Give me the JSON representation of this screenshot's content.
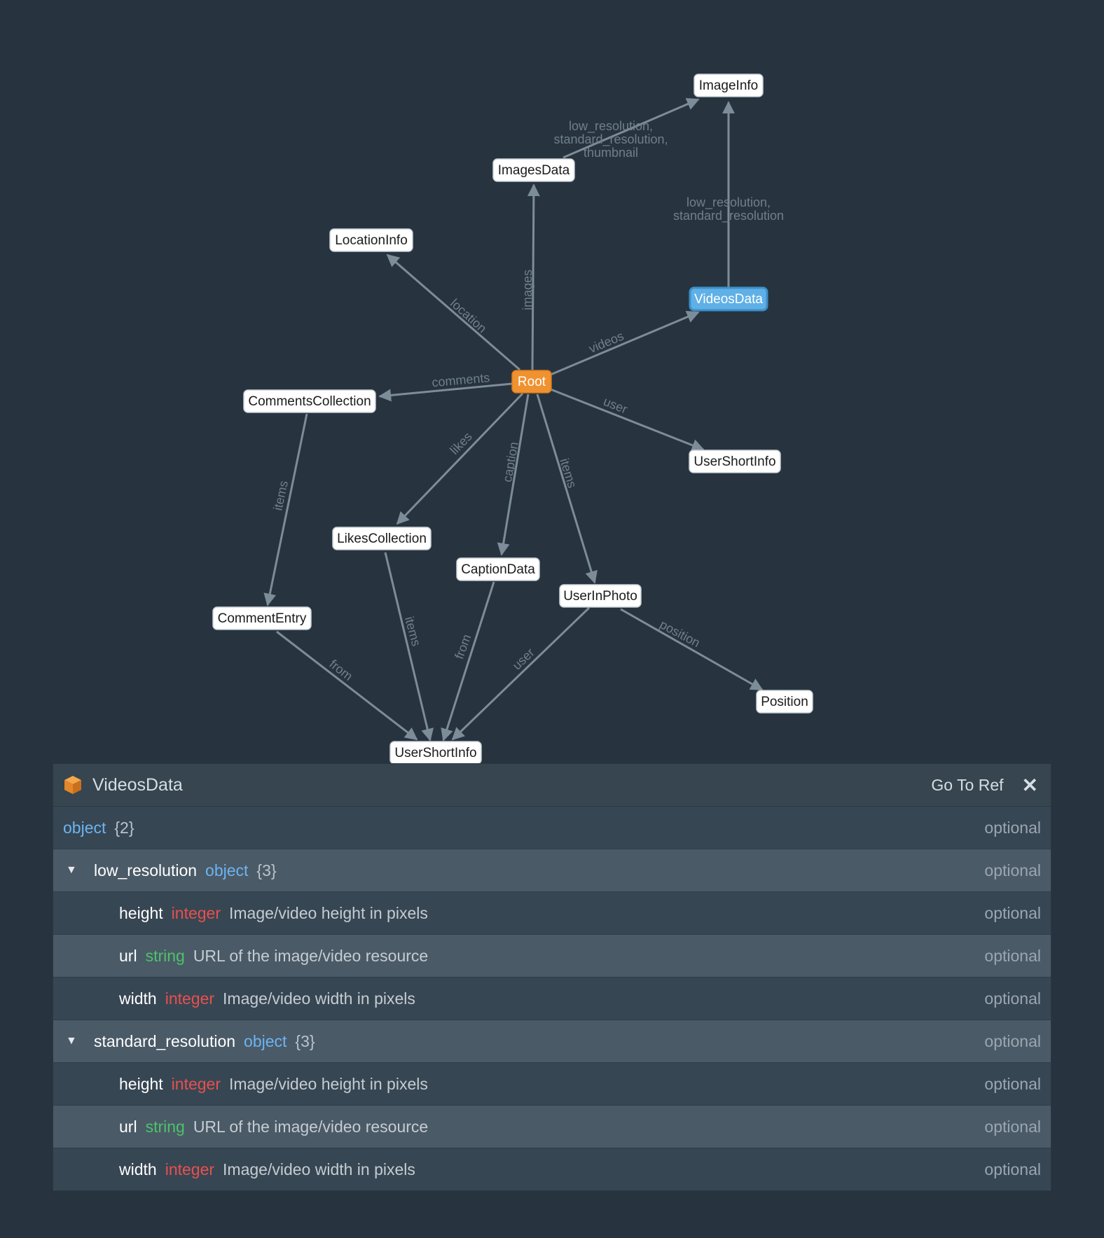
{
  "graph": {
    "nodes": [
      {
        "id": "root",
        "label": "Root",
        "style": "root"
      },
      {
        "id": "imageinfo",
        "label": "ImageInfo",
        "style": "normal"
      },
      {
        "id": "imagesdata",
        "label": "ImagesData",
        "style": "normal"
      },
      {
        "id": "locationinfo",
        "label": "LocationInfo",
        "style": "normal"
      },
      {
        "id": "videosdata",
        "label": "VideosData",
        "style": "selected"
      },
      {
        "id": "commentscollection",
        "label": "CommentsCollection",
        "style": "normal"
      },
      {
        "id": "usershortinfo_top",
        "label": "UserShortInfo",
        "style": "normal"
      },
      {
        "id": "likescollection",
        "label": "LikesCollection",
        "style": "normal"
      },
      {
        "id": "captiondata",
        "label": "CaptionData",
        "style": "normal"
      },
      {
        "id": "userinphoto",
        "label": "UserInPhoto",
        "style": "normal"
      },
      {
        "id": "commententry",
        "label": "CommentEntry",
        "style": "normal"
      },
      {
        "id": "position",
        "label": "Position",
        "style": "normal"
      },
      {
        "id": "usershortinfo_bottom",
        "label": "UserShortInfo",
        "style": "normal"
      }
    ],
    "edges": [
      {
        "from": "root",
        "to": "locationinfo",
        "label": [
          "location"
        ]
      },
      {
        "from": "root",
        "to": "imagesdata",
        "label": [
          "images"
        ]
      },
      {
        "from": "root",
        "to": "videosdata",
        "label": [
          "videos"
        ]
      },
      {
        "from": "root",
        "to": "commentscollection",
        "label": [
          "comments"
        ]
      },
      {
        "from": "root",
        "to": "usershortinfo_top",
        "label": [
          "user"
        ]
      },
      {
        "from": "root",
        "to": "likescollection",
        "label": [
          "likes"
        ]
      },
      {
        "from": "root",
        "to": "captiondata",
        "label": [
          "caption"
        ]
      },
      {
        "from": "root",
        "to": "userinphoto",
        "label": [
          "items"
        ]
      },
      {
        "from": "imagesdata",
        "to": "imageinfo",
        "label": [
          "low_resolution,",
          "standard_resolution,",
          "thumbnail"
        ]
      },
      {
        "from": "videosdata",
        "to": "imageinfo",
        "label": [
          "low_resolution,",
          "standard_resolution"
        ]
      },
      {
        "from": "commentscollection",
        "to": "commententry",
        "label": [
          "items"
        ]
      },
      {
        "from": "commententry",
        "to": "usershortinfo_bottom",
        "label": [
          "from"
        ]
      },
      {
        "from": "likescollection",
        "to": "usershortinfo_bottom",
        "label": [
          "items"
        ]
      },
      {
        "from": "captiondata",
        "to": "usershortinfo_bottom",
        "label": [
          "from"
        ]
      },
      {
        "from": "userinphoto",
        "to": "usershortinfo_bottom",
        "label": [
          "user"
        ]
      },
      {
        "from": "userinphoto",
        "to": "position",
        "label": [
          "position"
        ]
      }
    ],
    "colors": {
      "root": "#f0922f",
      "selected": "#5fb0e6",
      "node": "#ffffff",
      "edge": "#7d8c99"
    }
  },
  "panel": {
    "title": "VideosData",
    "icon": "cube-icon",
    "goto_label": "Go To Ref",
    "close_label": "✕",
    "root_row": {
      "type": "object",
      "count": "{2}",
      "req": "optional"
    },
    "groups": [
      {
        "name": "low_resolution",
        "type": "object",
        "count": "{3}",
        "req": "optional",
        "fields": [
          {
            "name": "height",
            "type": "integer",
            "desc": "Image/video height in pixels",
            "req": "optional"
          },
          {
            "name": "url",
            "type": "string",
            "desc": "URL of the image/video resource",
            "req": "optional"
          },
          {
            "name": "width",
            "type": "integer",
            "desc": "Image/video width in pixels",
            "req": "optional"
          }
        ]
      },
      {
        "name": "standard_resolution",
        "type": "object",
        "count": "{3}",
        "req": "optional",
        "fields": [
          {
            "name": "height",
            "type": "integer",
            "desc": "Image/video height in pixels",
            "req": "optional"
          },
          {
            "name": "url",
            "type": "string",
            "desc": "URL of the image/video resource",
            "req": "optional"
          },
          {
            "name": "width",
            "type": "integer",
            "desc": "Image/video width in pixels",
            "req": "optional"
          }
        ]
      }
    ]
  }
}
